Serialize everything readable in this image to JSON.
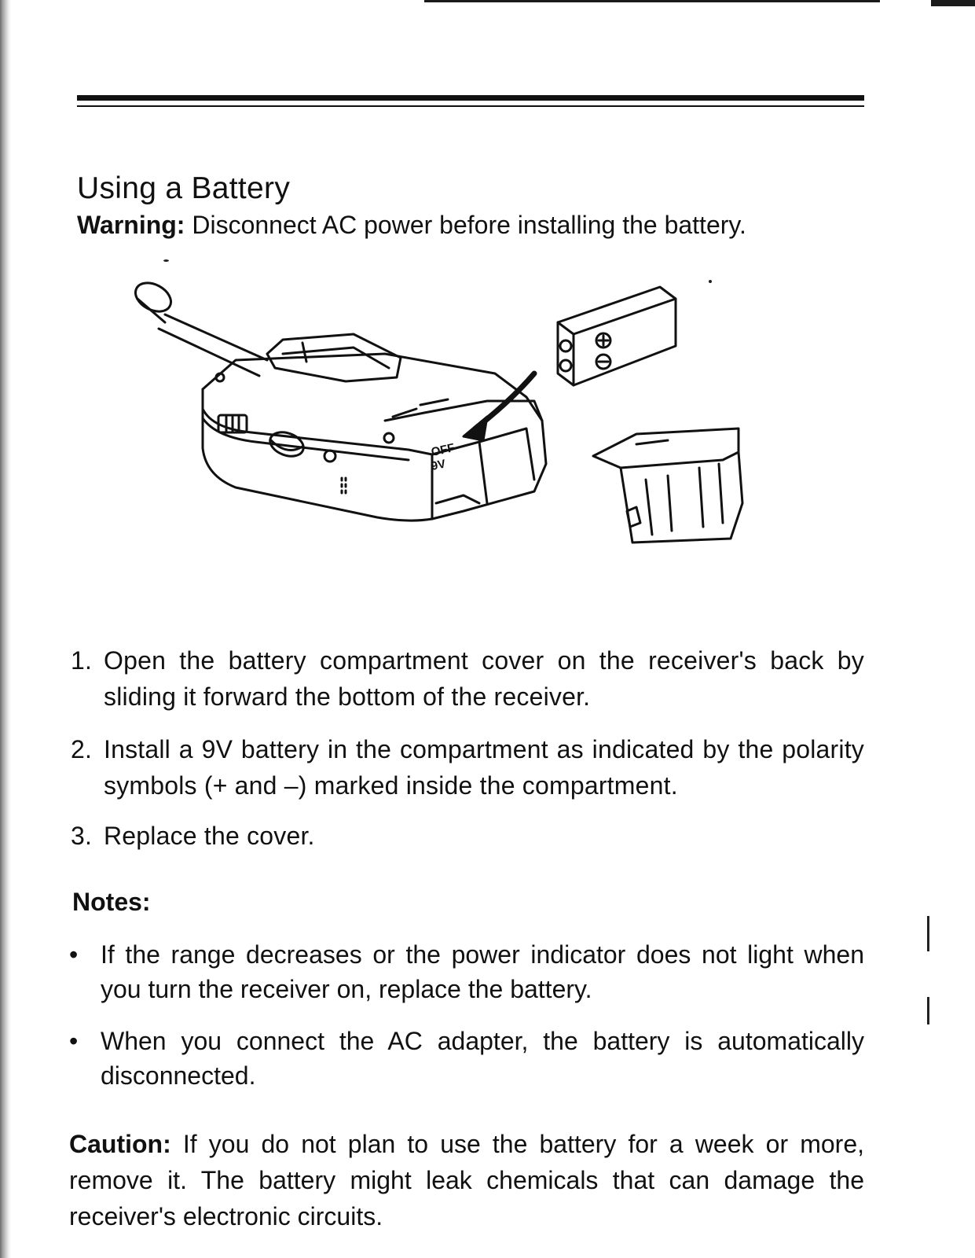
{
  "section": {
    "title": "Using a Battery"
  },
  "warning": {
    "label": "Warning:",
    "text": "Disconnect AC power before installing the battery."
  },
  "figure": {
    "compartment_labels": [
      "OFF",
      "9V"
    ]
  },
  "steps": [
    {
      "number": "1.",
      "text": "Open the battery compartment cover on the receiver's back by sliding it forward the bottom of the receiver."
    },
    {
      "number": "2.",
      "text": "Install a 9V battery in the compartment as indicated by the polarity symbols (+ and –) marked inside the compartment."
    },
    {
      "number": "3.",
      "text": "Replace the cover."
    }
  ],
  "notes": {
    "heading": "Notes:",
    "items": [
      {
        "bullet": "•",
        "text": "If the range decreases or the power indicator does not light when you turn the receiver on, replace the battery."
      },
      {
        "bullet": "•",
        "text": "When you connect the AC adapter, the battery is automatically disconnected."
      }
    ]
  },
  "caution": {
    "label": "Caution:",
    "text": "If you do not plan to use the battery for a week or more, remove it. The battery might leak chemicals that can damage the receiver's electronic circuits."
  }
}
